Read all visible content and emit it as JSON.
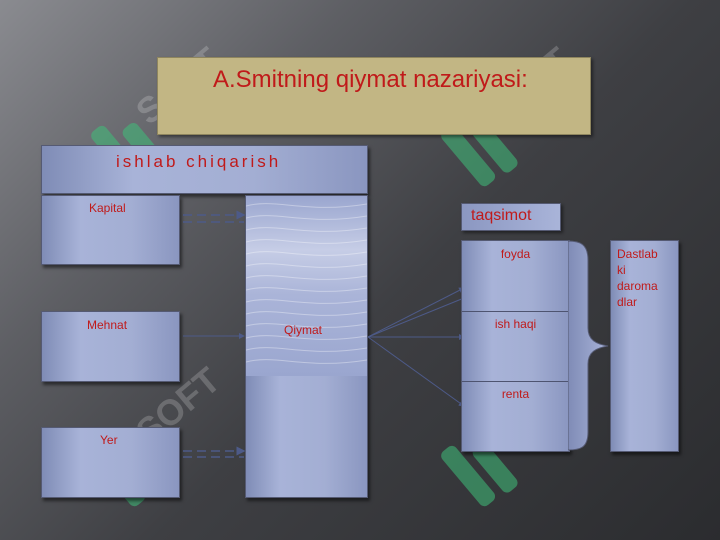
{
  "title": "A.Smitning qiymat nazariyasi:",
  "production": {
    "header": "ishlab chiqarish",
    "factors": [
      "Kapital",
      "Mehnat",
      "Yer"
    ],
    "value": "Qiymat"
  },
  "distribution": {
    "header": "taqsimot",
    "items": [
      "foyda",
      "ish haqi",
      "renta"
    ],
    "result": "Dastlab\nki\ndaroma\ndlar"
  },
  "watermark": "SOFT",
  "colors": {
    "label_text": "#c01a1a",
    "title_bg": "#c2b684",
    "box_fill": "#a3aed3",
    "watermark_green": "#3fbf7a"
  }
}
